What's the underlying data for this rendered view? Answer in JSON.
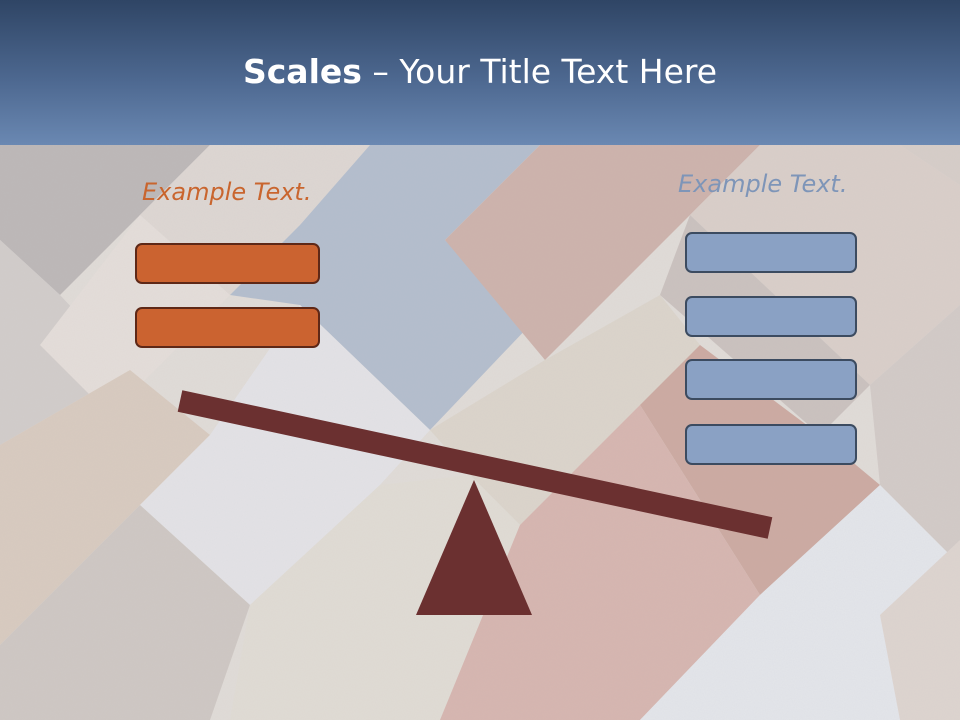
{
  "slide": {
    "title_bold": "Scales",
    "title_rest": " – Your Title Text Here",
    "left_label": "Example Text.",
    "right_label": "Example Text."
  },
  "colors": {
    "title_bar": "#3f5779",
    "left_accent": "#cb6330",
    "right_accent": "#8aa1c4",
    "beam": "#6b3030"
  },
  "left_boxes": 2,
  "right_boxes": 4
}
